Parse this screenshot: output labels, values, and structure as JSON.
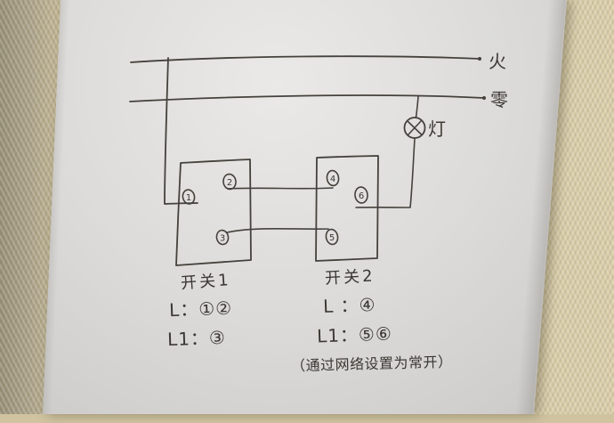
{
  "photo": {
    "subject": "hand-drawn two-switch lamp wiring diagram on white paper",
    "pen_color": "#3b3733",
    "paper_color": "#dcdbd9",
    "fabric_color": "#d2c6a2"
  },
  "wire_labels": {
    "live": "火",
    "neutral": "零",
    "lamp": "灯"
  },
  "switch1": {
    "title": "开关1",
    "l_line": "L：①②",
    "l1_line": "L1：③"
  },
  "switch2": {
    "title": "开关2",
    "l_line": "L ：④",
    "l1_line": "L1：⑤⑥"
  },
  "note": "（通过网络设置为常开）",
  "terminals": [
    {
      "label": "1"
    },
    {
      "label": "2"
    },
    {
      "label": "3"
    },
    {
      "label": "4"
    },
    {
      "label": "5"
    },
    {
      "label": "6"
    }
  ]
}
